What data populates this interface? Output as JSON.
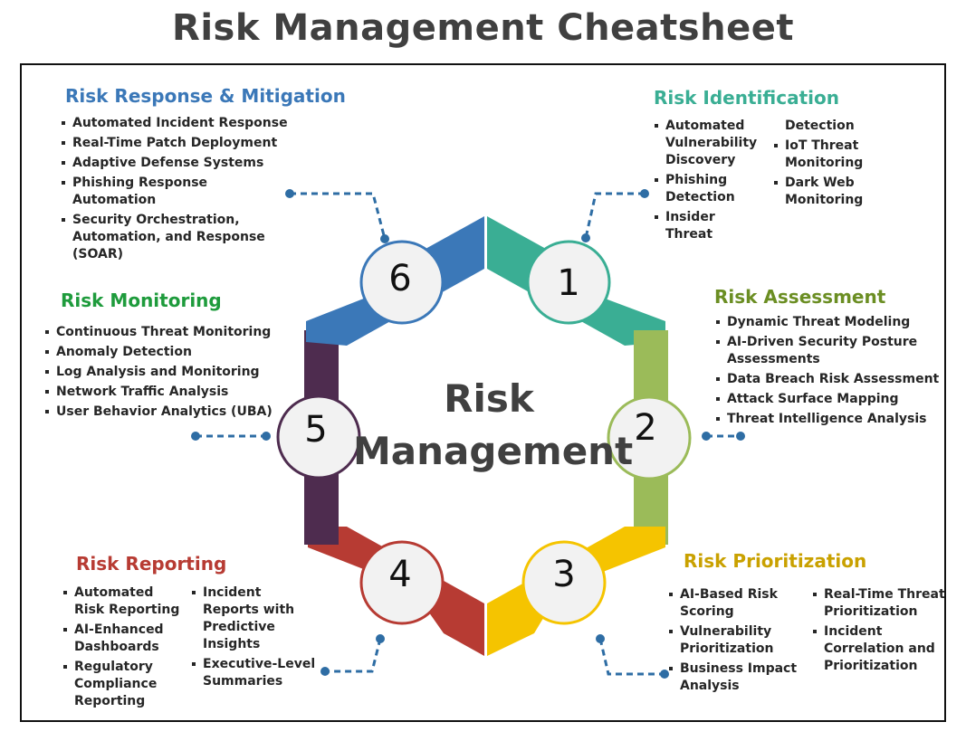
{
  "title": "Risk Management Cheatsheet",
  "center": {
    "line1": "Risk",
    "line2": "Management"
  },
  "steps": [
    {
      "number": "1",
      "color": "#3aae94"
    },
    {
      "number": "2",
      "color": "#9bbb59"
    },
    {
      "number": "3",
      "color": "#f5c400"
    },
    {
      "number": "4",
      "color": "#b73b33"
    },
    {
      "number": "5",
      "color": "#4e2c4f"
    },
    {
      "number": "6",
      "color": "#3b78b8"
    }
  ],
  "sections": {
    "identification": {
      "title": "Risk Identification",
      "color": "#3aae94",
      "col1": [
        "Automated Vulnerability Discovery",
        "Phishing Detection",
        "Insider Threat"
      ],
      "col2": [
        "Detection",
        "IoT Threat Monitoring",
        "Dark Web Monitoring"
      ]
    },
    "assessment": {
      "title": "Risk Assessment",
      "color": "#6b8e23",
      "items": [
        "Dynamic Threat Modeling",
        "AI-Driven Security Posture Assessments",
        "Data Breach Risk Assessment",
        "Attack Surface Mapping",
        "Threat Intelligence Analysis"
      ]
    },
    "prioritization": {
      "title": "Risk Prioritization",
      "color": "#c9a100",
      "col1": [
        "AI-Based Risk Scoring",
        "Vulnerability Prioritization",
        "Business Impact Analysis"
      ],
      "col2": [
        "Real-Time Threat Prioritization",
        "Incident Correlation and Prioritization"
      ]
    },
    "reporting": {
      "title": "Risk Reporting",
      "color": "#b73b33",
      "col1": [
        "Automated Risk Reporting",
        "AI-Enhanced Dashboards",
        "Regulatory Compliance Reporting"
      ],
      "col2": [
        "Incident Reports with Predictive Insights",
        "Executive-Level Summaries"
      ]
    },
    "monitoring": {
      "title": "Risk Monitoring",
      "color": "#1e9b3c",
      "items": [
        "Continuous Threat Monitoring",
        "Anomaly Detection",
        "Log Analysis and Monitoring",
        "Network Traffic Analysis",
        "User Behavior Analytics (UBA)"
      ]
    },
    "response": {
      "title": "Risk Response & Mitigation",
      "color": "#3b78b8",
      "items": [
        "Automated Incident Response",
        "Real-Time Patch Deployment",
        "Adaptive Defense Systems",
        "Phishing Response Automation",
        "Security Orchestration, Automation, and Response (SOAR)"
      ]
    }
  }
}
